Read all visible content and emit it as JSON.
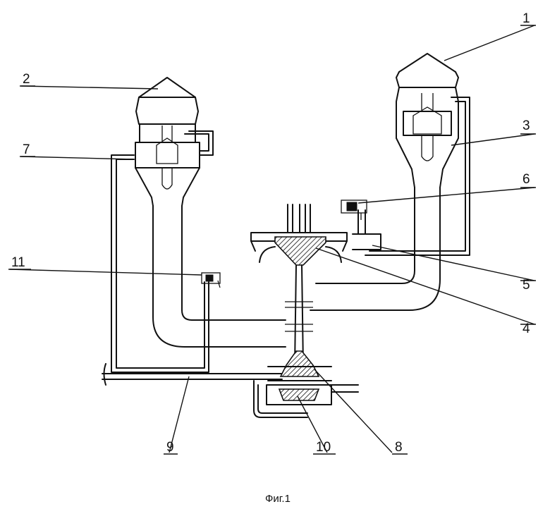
{
  "figure": {
    "caption": "Фиг.1",
    "labels": {
      "n1": "1",
      "n2": "2",
      "n3": "3",
      "n4": "4",
      "n5": "5",
      "n6": "6",
      "n7": "7",
      "n8": "8",
      "n9": "9",
      "n10": "10",
      "n11": "11"
    }
  }
}
